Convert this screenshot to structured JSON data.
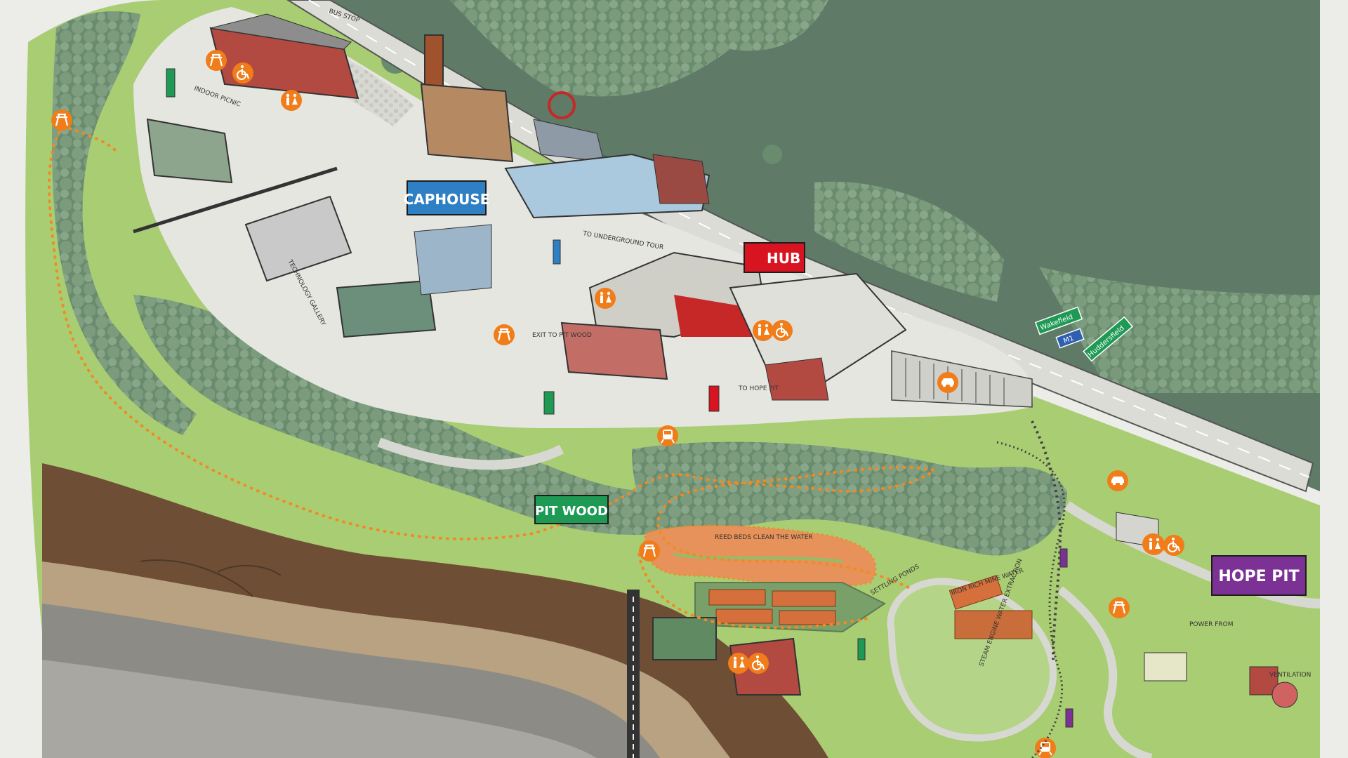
{
  "map": {
    "areas": {
      "caphouse": "CAPHOUSE",
      "hub": "HUB",
      "pitwood": "PIT WOOD",
      "hope_pit": "HOPE PIT"
    },
    "labels": {
      "bus_stop": "BUS STOP",
      "indoor_picnic": "INDOOR PICNIC",
      "technology_gallery": "TECHNOLOGY GALLERY",
      "to_underground_tour": "TO UNDERGROUND TOUR",
      "exit_to_pit_wood": "EXIT TO PIT WOOD",
      "to_hope_pit": "TO HOPE PIT",
      "reed_beds": "REED BEDS CLEAN THE WATER",
      "settling_ponds": "SETTLING PONDS",
      "iron_rich_mine_water": "IRON RICH MINE WATER",
      "steam_engine_water_extraction": "STEAM ENGINE WATER EXTRACTION",
      "power_from": "POWER FROM",
      "ventilation": "VENTILATION"
    },
    "road_signs": {
      "wakefield": "Wakefield",
      "huddersfield": "Huddersfield",
      "m1": "M1"
    },
    "colors": {
      "caphouse": "#2f7fc4",
      "hub": "#d7141f",
      "pitwood": "#1e9a55",
      "hope_pit": "#7b3294",
      "facility_icon": "#f07d1a",
      "forest": "#5f7a66",
      "grass": "#a9cd72",
      "trail": "#f08a24"
    }
  }
}
